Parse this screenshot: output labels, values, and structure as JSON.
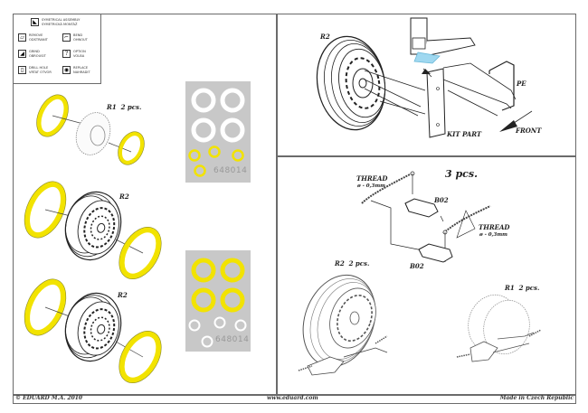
{
  "legend": {
    "items": [
      {
        "icon": "symmetrical-assembly-icon",
        "glyph": "◣",
        "line1": "Symetrical assembly",
        "line2": "Symetrická montáž"
      },
      {
        "icon": "remove-icon",
        "glyph": "▱",
        "line1": "Remove",
        "line2": "Odstranit"
      },
      {
        "icon": "bend-icon",
        "glyph": "⌐",
        "line1": "Bend",
        "line2": "Ohnout"
      },
      {
        "icon": "grind-icon",
        "glyph": "◢",
        "line1": "Grind",
        "line2": "Obrousit"
      },
      {
        "icon": "option-icon",
        "glyph": "?",
        "line1": "Option",
        "line2": "Volba"
      },
      {
        "icon": "drill-hole-icon",
        "glyph": "▯",
        "line1": "Drill hole",
        "line2": "Vrtat otvor"
      },
      {
        "icon": "replace-icon",
        "glyph": "◉",
        "line1": "Replace",
        "line2": "Nahradit"
      }
    ]
  },
  "left_panel": {
    "r1_label": "R1",
    "r1_qty": "2 pcs.",
    "r2_label_a": "R2",
    "r2_label_b": "R2",
    "mask_sheet_a_code": "648014",
    "mask_sheet_b_code": "648014"
  },
  "top_right_panel": {
    "wheel_label": "R2",
    "pe_label": "PE",
    "kit_part_label": "KIT PART",
    "front_label": "FRONT"
  },
  "bottom_right_panel": {
    "qty_label": "3 pcs.",
    "thread_a_label": "THREAD",
    "thread_a_size": "ø - 0,3mm",
    "thread_b_label": "THREAD",
    "thread_b_size": "ø - 0,3mm",
    "b02_a": "B02",
    "b02_b": "B02",
    "r2_label": "R2",
    "r2_qty": "2 pcs.",
    "r1_label": "R1",
    "r1_qty": "2 pcs."
  },
  "footer": {
    "copyright": "© EDUARD  M.A. 2010",
    "website": "www.eduard.com",
    "origin": "Made in Czech Republic"
  },
  "colors": {
    "mask_yellow": "#f2e300",
    "mask_outline": "#8a8a2a",
    "mask_sheet": "#c8c8c8",
    "frame": "#6b6b6b",
    "highlight_blue": "#9fd8f0"
  }
}
